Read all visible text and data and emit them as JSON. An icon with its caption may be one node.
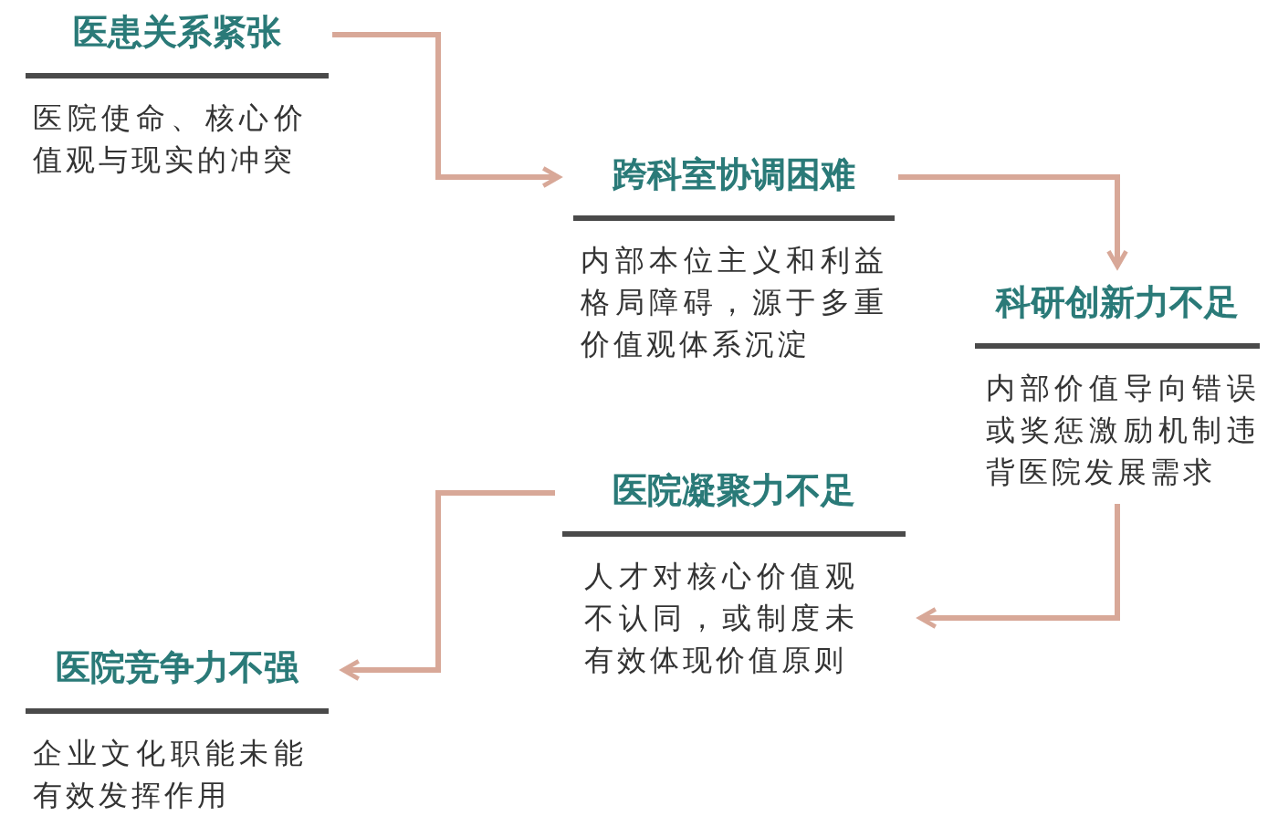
{
  "diagram": {
    "nodes": [
      {
        "text": [
          "医患关系紧张",
          "医院使命、核心价值观与现实的冲突"
        ]
      },
      {
        "text": [
          "跨科室协调困难",
          "内部本位主义和利益格局障碍，源于多重价值观体系沉淀"
        ]
      },
      {
        "text": [
          "科研创新力不足",
          "内部价值导向错误或奖惩激励机制违背医院发展需求"
        ]
      },
      {
        "text": [
          "医院凝聚力不足",
          "人才对核心价值观不认同，或制度未有效体现价值原则"
        ]
      },
      {
        "text": [
          "医院竞争力不强",
          "企业文化职能未能有效发挥作用"
        ]
      }
    ],
    "edges": [
      {
        "from": 0,
        "to": 1,
        "arrow": "to"
      },
      {
        "from": 1,
        "to": 2,
        "arrow": "to"
      },
      {
        "from": 2,
        "to": 3,
        "arrow": "to"
      },
      {
        "from": 3,
        "to": 4,
        "arrow": "to"
      }
    ]
  }
}
